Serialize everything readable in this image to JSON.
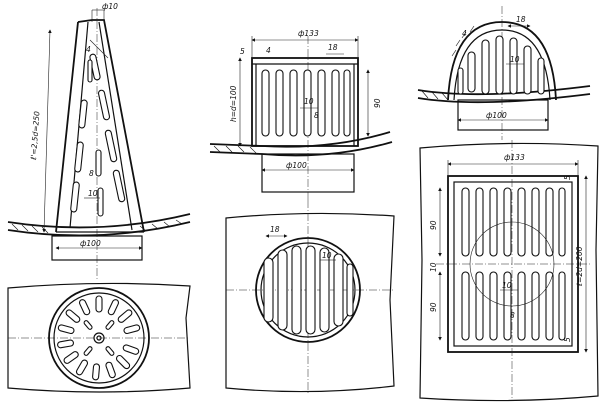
{
  "labels": {
    "cone_top_diameter": "ф10",
    "cone_wall": "4",
    "cone_height": "ℓ'=2,5d=250",
    "cone_slot_spacing": "8",
    "cone_slot_width": "10",
    "cone_base_diameter": "ф100",
    "mid_top_diameter": "ф133",
    "mid_rim": "5",
    "mid_wall": "4",
    "mid_slot_pitch": "18",
    "mid_height": "h=d=100",
    "mid_slot_length": "90",
    "mid_slot_width": "10",
    "mid_slot_gap": "8",
    "mid_base_diameter": "ф100",
    "plan_slot_pitch": "18",
    "plan_slot_width": "10",
    "dome_slot_pitch": "18",
    "dome_wall": "4",
    "dome_slot_width": "10",
    "dome_base_diameter": "ф100",
    "right_outer_width": "ф133",
    "right_rim": "5",
    "right_slot_length_top": "90",
    "right_rib": "10",
    "right_slot_length_bottom": "90",
    "right_height": "ℓ=2d=200",
    "right_slot_width": "10",
    "right_slot_gap": "8",
    "right_rim_bottom": "5"
  }
}
